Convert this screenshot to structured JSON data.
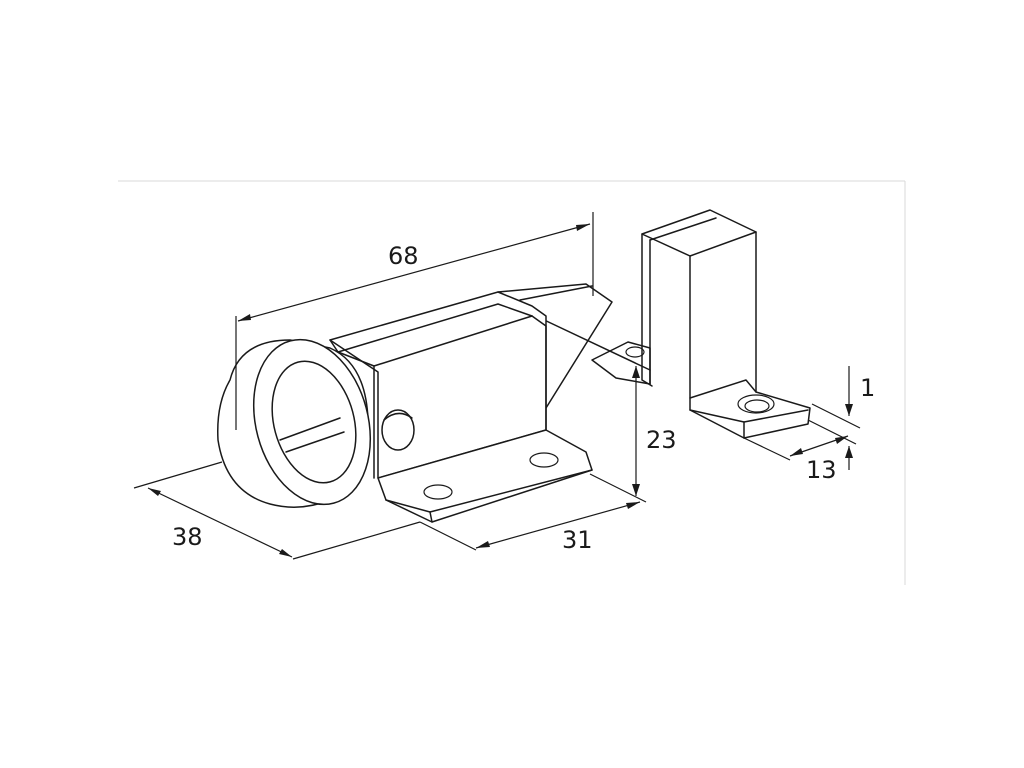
{
  "dimensions": {
    "length": "68",
    "depth": "38",
    "base_width": "31",
    "height": "23",
    "thickness": "1",
    "keeper_width": "13"
  }
}
